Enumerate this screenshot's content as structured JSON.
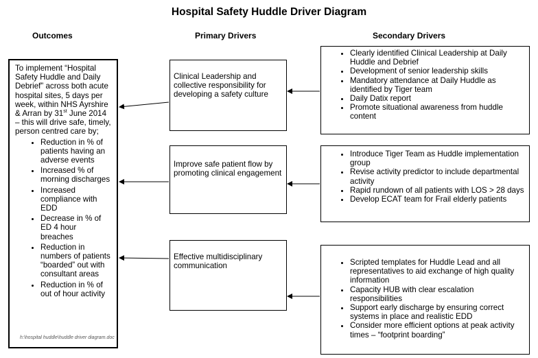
{
  "title": "Hospital Safety Huddle Driver Diagram",
  "headers": {
    "outcomes": "Outcomes",
    "primary": "Primary Drivers",
    "secondary": "Secondary Drivers"
  },
  "outcome": {
    "intro_before_sup": "To implement “Hospital Safety Huddle and Daily Debrief” across both acute hospital sites, 5 days per week, within NHS Ayrshire & Arran by 31",
    "intro_sup": "st",
    "intro_after_sup": " June 2014 – this will drive safe, timely, person centred care by;",
    "items": [
      " Reduction in % of patients having an adverse events",
      "Increased % of morning discharges",
      "Increased compliance with EDD",
      "Decrease in % of ED 4 hour breaches",
      "Reduction in numbers of patients “boarded” out with consultant areas",
      "Reduction in % of out of hour activity"
    ]
  },
  "primary_drivers": [
    "Clinical Leadership and collective responsibility for developing a safety culture",
    " Improve safe patient flow by promoting clinical engagement",
    "Effective multidisciplinary communication"
  ],
  "secondary_drivers": [
    {
      "items": [
        "Clearly identified Clinical Leadership at Daily Huddle and Debrief",
        "Development of senior leadership skills",
        "Mandatory attendance at Daily Huddle  as identified by Tiger team",
        "Daily Datix report",
        "Promote situational awareness from huddle content"
      ]
    },
    {
      "items": [
        "Introduce Tiger Team as Huddle implementation group",
        "Revise activity predictor to include departmental  activity",
        "Rapid rundown of all patients with LOS > 28 days",
        "Develop ECAT team for Frail elderly patients"
      ]
    },
    {
      "items": [
        "Scripted templates for Huddle Lead and all representatives to aid exchange of high quality information",
        "Capacity HUB with clear escalation responsibilities",
        "Support early discharge by ensuring correct systems in place and realistic EDD",
        "Consider more efficient options at peak activity times – “footprint boarding”"
      ]
    }
  ],
  "footer": "h:\\hospital huddle\\huddle driver diagram.doc"
}
